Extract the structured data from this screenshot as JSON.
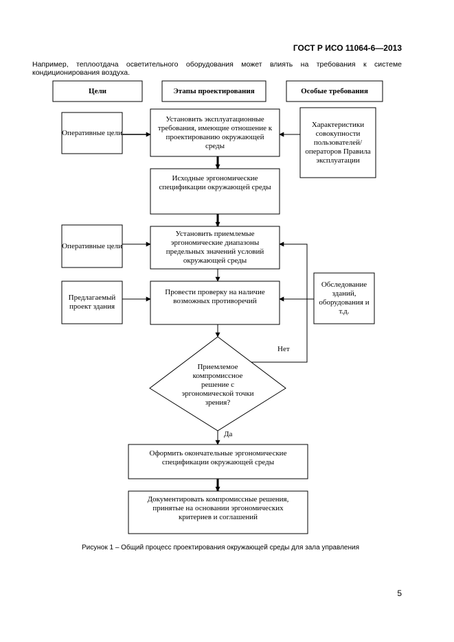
{
  "header": {
    "standard": "ГОСТ Р ИСО 11064-6—2013"
  },
  "intro": {
    "text": "Например, теплоотдача осветительного оборудования может влиять на требования к системе кондиционирования воздуха."
  },
  "columns": {
    "goals": "Цели",
    "stages": "Этапы проектирования",
    "special": "Особые требования"
  },
  "flow": {
    "step1": "Установить эксплуатационные требования, имеющие отношение к проектированию окружающей среды",
    "step2": "Исходные эргономические спецификации окружающей среды",
    "step3": "Установить приемлемые эргономические диапазоны предельных значений условий окружающей среды",
    "step4": "Провести проверку на наличие возможных противоречий",
    "decision": "Приемлемое компромиссное решение с эргономической точки зрения?",
    "no": "Нет",
    "yes": "Да",
    "step5": "Оформить окончательные эргономические спецификации окружающей среды",
    "step6": "Документировать компромиссные решения, принятые на основании эргономических критериев и соглашений"
  },
  "side": {
    "operational1": "Оперативные цели",
    "operational2": "Оперативные цели",
    "proposed": "Предлагаемый проект здания",
    "characteristics": "Характеристики совокупности пользователей/ операторов Правила эксплуатации",
    "survey": "Обследование зданий, оборудования и т.д."
  },
  "caption": "Рисунок 1 – Общий процесс проектирования окружающей среды для зала управления",
  "page_number": "5"
}
